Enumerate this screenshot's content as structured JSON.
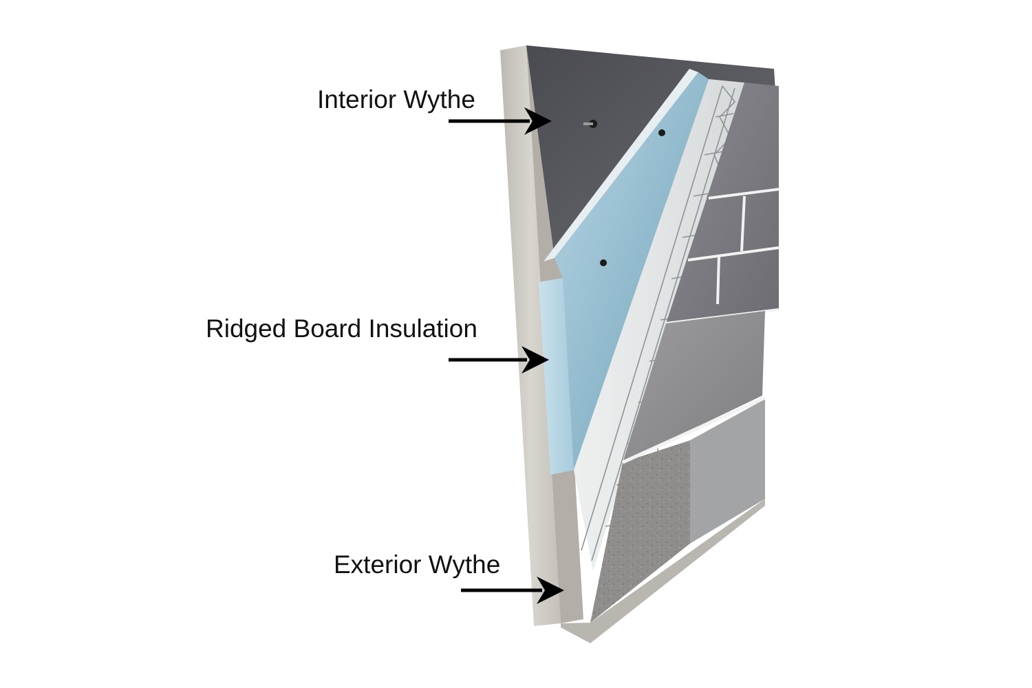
{
  "labels": {
    "interior_wythe": "Interior Wythe",
    "insulation": "Ridged Board Insulation",
    "exterior_wythe": "Exterior Wythe"
  },
  "colors": {
    "background": "#ffffff",
    "text": "#111111",
    "concrete_edge": "#cfccc6",
    "interior_face": "#55565a",
    "insulation": "#9ec4d6",
    "exterior_panel": "#76767c",
    "arrow": "#000000"
  }
}
